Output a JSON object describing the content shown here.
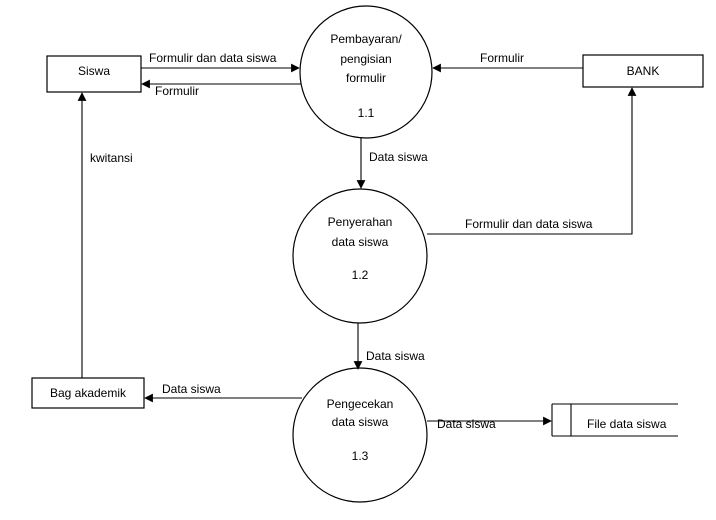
{
  "entities": {
    "siswa": "Siswa",
    "bank": "BANK",
    "bag_akademik": "Bag akademik"
  },
  "processes": [
    {
      "lines": [
        "Pembayaran/",
        "pengisian",
        "formulir"
      ],
      "number": "1.1"
    },
    {
      "lines": [
        "Penyerahan",
        "data siswa"
      ],
      "number": "1.2"
    },
    {
      "lines": [
        "Pengecekan",
        "data siswa"
      ],
      "number": "1.3"
    }
  ],
  "data_store": {
    "label": "File data siswa"
  },
  "flows": {
    "siswa_to_p1": "Formulir  dan data siswa",
    "p1_to_siswa": "Formulir",
    "bank_to_p1": "Formulir",
    "p1_to_p2": "Data siswa",
    "p2_to_bank": "Formulir  dan data siswa",
    "p2_to_p3": "Data siswa",
    "p3_to_akademik": "Data siswa",
    "p3_to_store": "Data siswa",
    "akademik_to_siswa": "kwitansi"
  }
}
